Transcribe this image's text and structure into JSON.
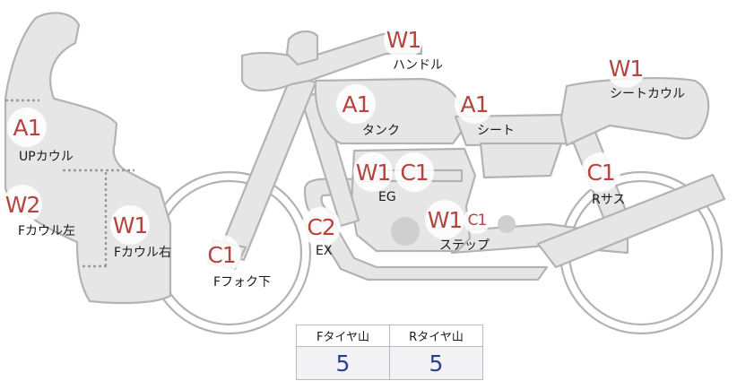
{
  "tags": {
    "handle": "W1",
    "seat_cowl": "W1",
    "tank": "A1",
    "seat": "A1",
    "up_cowl": "A1",
    "eg_w": "W1",
    "eg_c": "C1",
    "rsus": "C1",
    "f_cowl_left": "W2",
    "f_cowl_right": "W1",
    "ex": "C2",
    "step_w": "W1",
    "step_c": "C1",
    "f_fork": "C1"
  },
  "labels": {
    "handle": "ハンドル",
    "seat_cowl": "シートカウル",
    "tank": "タンク",
    "seat": "シート",
    "up_cowl": "UPカウル",
    "eg": "EG",
    "rsus": "Rサス",
    "f_cowl_left": "Fカウル左",
    "f_cowl_right": "Fカウル右",
    "ex": "EX",
    "step": "ステップ",
    "f_fork": "Fフォク下"
  },
  "tire_table": {
    "headers": [
      "Fタイヤ山",
      "Rタイヤ山"
    ],
    "values": [
      "5",
      "5"
    ]
  }
}
